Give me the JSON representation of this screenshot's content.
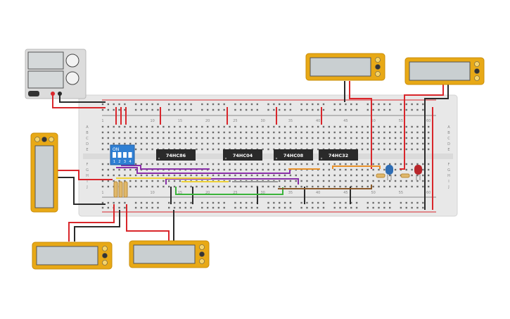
{
  "breadboard": {
    "column_numbers": [
      "1",
      "10",
      "15",
      "20",
      "25",
      "30",
      "35",
      "40",
      "45",
      "50",
      "55",
      "60"
    ],
    "row_letters_top": [
      "A",
      "B",
      "C",
      "D",
      "E"
    ],
    "row_letters_bottom": [
      "F",
      "G",
      "H",
      "I",
      "J"
    ]
  },
  "chips": [
    {
      "id": "chip1",
      "label": "74HC86"
    },
    {
      "id": "chip2",
      "label": "74HC04"
    },
    {
      "id": "chip3",
      "label": "74HC08"
    },
    {
      "id": "chip4",
      "label": "74HC32"
    }
  ],
  "dip_switch": {
    "on_label": "ON",
    "positions": [
      "1",
      "2",
      "3",
      "4"
    ]
  },
  "power_supply": {
    "label": "DC Power Supply"
  },
  "multimeters": [
    {
      "id": "mm-top-1"
    },
    {
      "id": "mm-top-2"
    },
    {
      "id": "mm-left"
    },
    {
      "id": "mm-bottom-1"
    },
    {
      "id": "mm-bottom-2"
    }
  ],
  "leds": [
    {
      "id": "led-blue",
      "color": "#2e6db4"
    },
    {
      "id": "led-red",
      "color": "#b8262b"
    }
  ],
  "colors": {
    "board": "#e8e8e8",
    "meter_frame": "#e8a916",
    "meter_screen": "#c9cfd1",
    "wire_red": "#d9262b",
    "wire_black": "#2b2b2b",
    "wire_orange": "#e8912a",
    "wire_purple": "#8a2fa8",
    "wire_yellow": "#f0d23a",
    "wire_green": "#3ab33a",
    "wire_brown": "#8b5a2b",
    "wire_gray": "#9a9a9a",
    "chip": "#2a2a2a",
    "dip": "#2f7fd3"
  }
}
